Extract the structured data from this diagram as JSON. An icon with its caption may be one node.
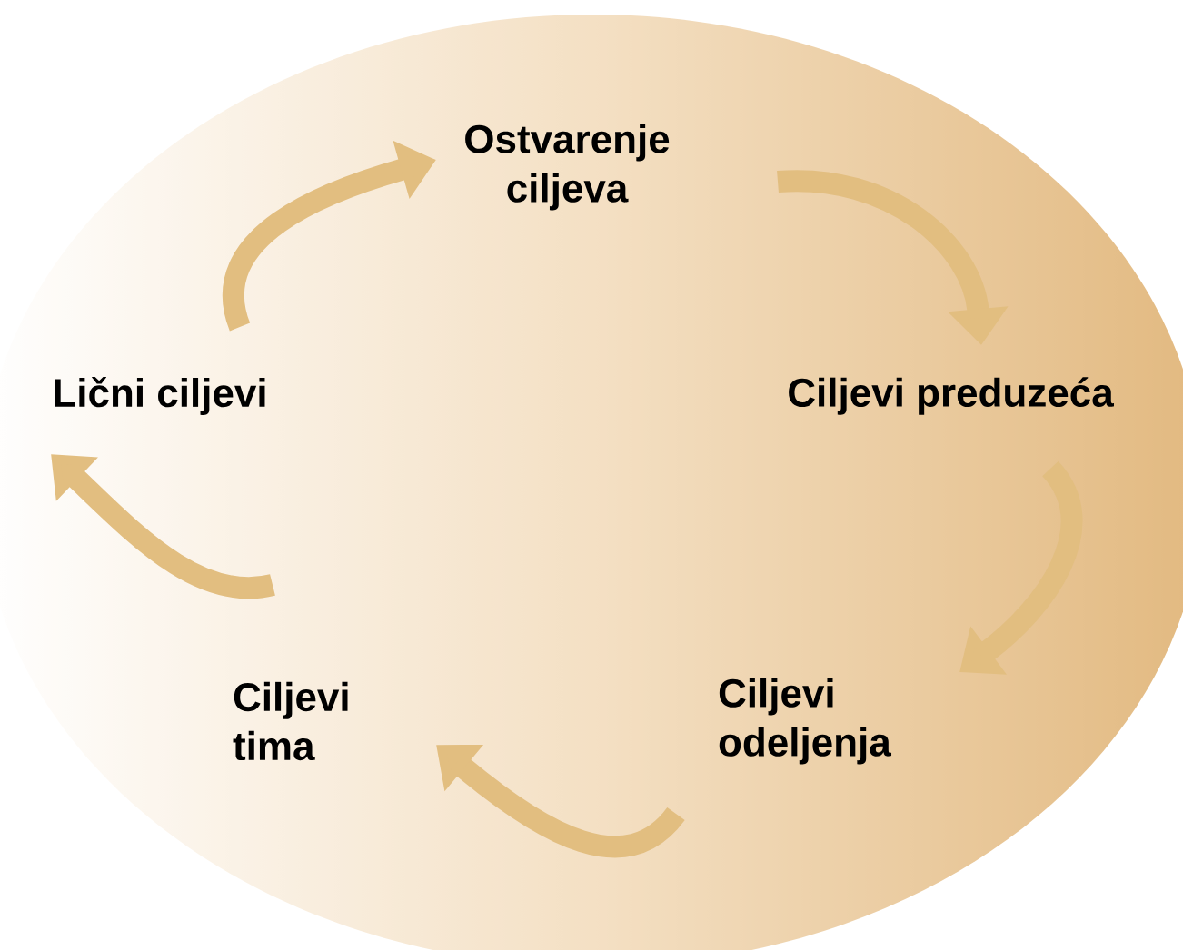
{
  "diagram": {
    "nodes": [
      {
        "text": [
          "Ostvarenje ciljeva"
        ]
      },
      {
        "text": [
          "Ciljevi preduzeća"
        ]
      },
      {
        "text": [
          "Ciljevi odeljenja"
        ]
      },
      {
        "text": [
          "Ciljevi tima"
        ]
      },
      {
        "text": [
          "Lični ciljevi"
        ]
      }
    ],
    "edges": [
      {
        "from": 0,
        "to": 1,
        "arrow": "to"
      },
      {
        "from": 1,
        "to": 2,
        "arrow": "to"
      },
      {
        "from": 2,
        "to": 3,
        "arrow": "to"
      },
      {
        "from": 3,
        "to": 4,
        "arrow": "to"
      },
      {
        "from": 4,
        "to": 0,
        "arrow": "to"
      }
    ]
  }
}
